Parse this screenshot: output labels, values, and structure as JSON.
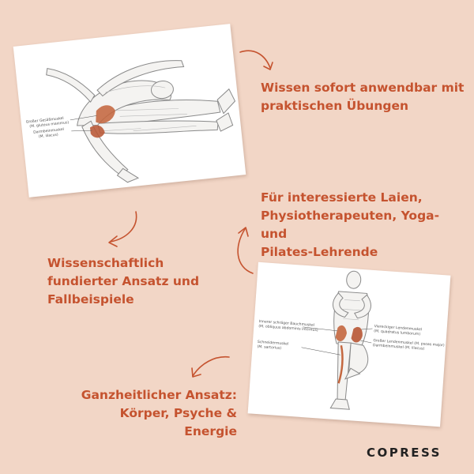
{
  "features": [
    "Wissen sofort anwendbar mit\npraktischen Übungen",
    "Für interessierte Laien,\nPhysiotherapeuten, Yoga- und\nPilates-Lehrende",
    "Wissenschaftlich\nfundierter Ansatz und\nFallbeispiele",
    "Ganzheitlicher Ansatz:\nKörper, Psyche & Energie"
  ],
  "card1_labels": [
    "Großer Gesäßmuskel",
    "(M. gluteus maximus)",
    "Darmbeinmuskel",
    "(M. iliacus)"
  ],
  "card2_labels_left": [
    "Innerer schräger Bauchmuskel",
    "(M. obliquus abdominis internus)",
    "Schneidermuskel",
    "(M. sartorius)"
  ],
  "card2_labels_right": [
    "Viereckiger Lendenmuskel",
    "(M. quadratus lumborum)",
    "Großer Lendenmuskel (M. psoas major)",
    "Darmbeinmuskel (M. iliacus)"
  ],
  "brand": "COPRESS",
  "colors": {
    "background": "#f2d6c6",
    "accent": "#c5532f",
    "brand": "#222222"
  },
  "icons": {
    "arrows": "curved-arrow-icon"
  }
}
